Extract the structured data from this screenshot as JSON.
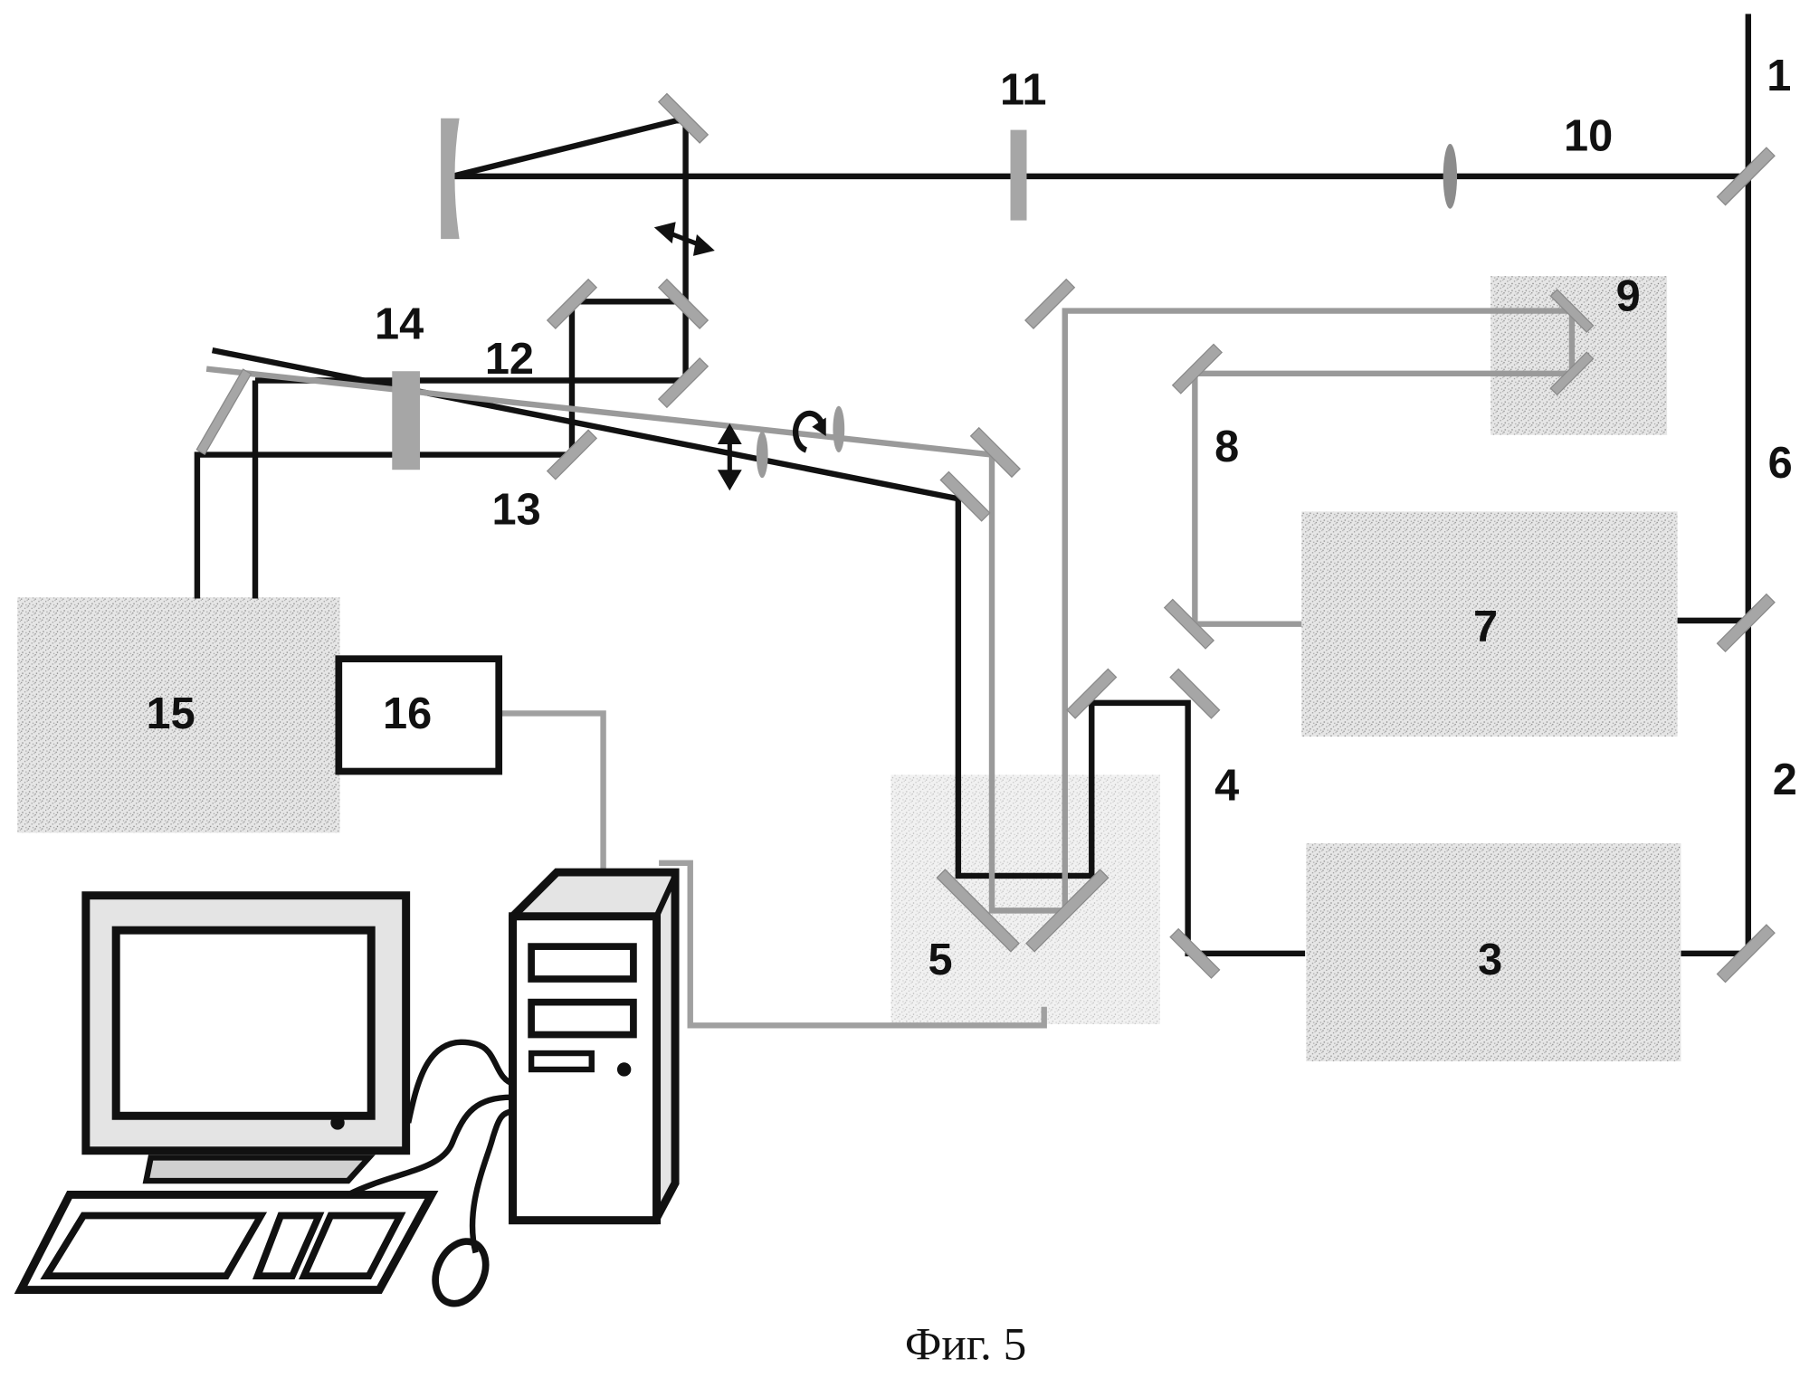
{
  "figure": {
    "caption": "Фиг. 5",
    "type": "optical setup schematic"
  },
  "labels": {
    "l1": "1",
    "l2": "2",
    "l3": "3",
    "l4": "4",
    "l5": "5",
    "l6": "6",
    "l7": "7",
    "l8": "8",
    "l9": "9",
    "l10": "10",
    "l11": "11",
    "l12": "12",
    "l13": "13",
    "l14": "14",
    "l15": "15",
    "l16": "16"
  },
  "colors": {
    "beam_primary": "#111111",
    "beam_secondary": "#9a9a9a",
    "optics": "#a6a6a6",
    "block_fill": "#d9d9d9",
    "background": "#ffffff"
  }
}
